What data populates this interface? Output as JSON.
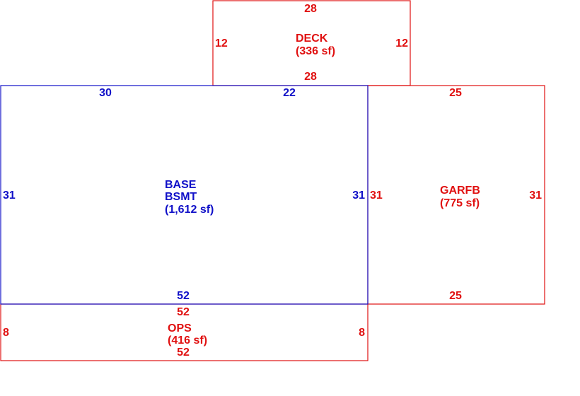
{
  "colors": {
    "red": "#e01010",
    "blue": "#1010c8"
  },
  "areas": {
    "deck": {
      "name": "DECK",
      "area": "(336 sf)",
      "dims": {
        "top": "28",
        "bottom": "28",
        "left": "12",
        "right": "12"
      }
    },
    "base": {
      "name": "BASE",
      "sub": "BSMT",
      "area": "(1,612 sf)",
      "dims": {
        "top_a": "30",
        "top_b": "22",
        "bottom": "52",
        "left": "31",
        "right": "31"
      }
    },
    "garfb": {
      "name": "GARFB",
      "area": "(775 sf)",
      "dims": {
        "top": "25",
        "bottom": "25",
        "left": "31",
        "right": "31"
      }
    },
    "ops": {
      "name": "OPS",
      "area": "(416 sf)",
      "dims": {
        "top": "52",
        "bottom": "52",
        "left": "8",
        "right": "8"
      }
    }
  }
}
